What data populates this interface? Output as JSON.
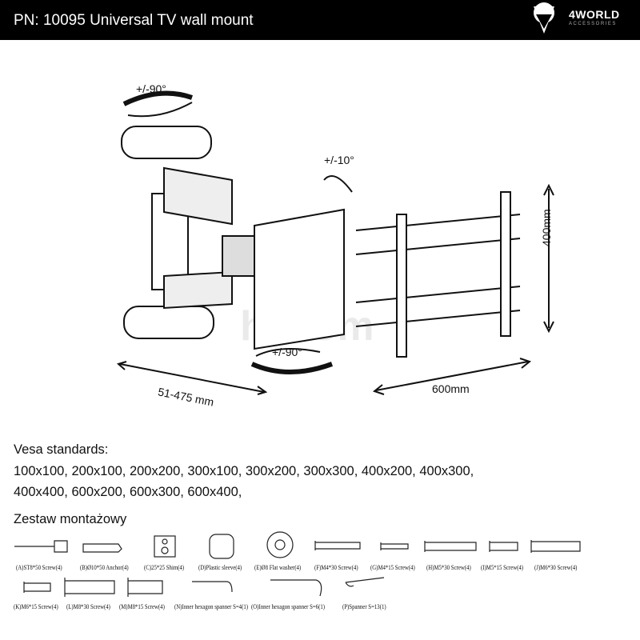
{
  "header": {
    "title": "PN: 10095 Universal TV wall mount",
    "brand": "4WORLD",
    "brand_sub": "ACCESSORIES"
  },
  "diagram": {
    "rotation_top": "+/-90°",
    "tilt": "+/-10°",
    "rotation_bottom": "+/-90°",
    "extension": "51-475 mm",
    "width": "600mm",
    "height": "400mm",
    "watermark": "hacom"
  },
  "vesa": {
    "heading": "Vesa standards:",
    "line1": "100x100, 200x100, 200x200, 300x100, 300x200, 300x300, 400x200, 400x300,",
    "line2": "400x400, 600x200, 600x300, 600x400,"
  },
  "kit": {
    "heading": "Zestaw montażowy",
    "parts": [
      "(A)ST8*50 Screw(4)",
      "(B)Ø10*50 Anchor(4)",
      "(C)25*25 Shim(4)",
      "(D)Plastic sleeve(4)",
      "(E)Ø8 Flat washer(4)",
      "(F)M4*30 Screw(4)",
      "(G)M4*15 Screw(4)",
      "(H)M5*30 Screw(4)",
      "(I)M5*15 Screw(4)",
      "(J)M6*30 Screw(4)",
      "(K)M6*15 Screw(4)",
      "(L)M8*30 Screw(4)",
      "(M)M8*15 Screw(4)",
      "(N)Inner hexagon spanner S=4(1)",
      "(O)Inner hexagon spanner S=6(1)",
      "(P)Spanner S=13(1)"
    ]
  }
}
